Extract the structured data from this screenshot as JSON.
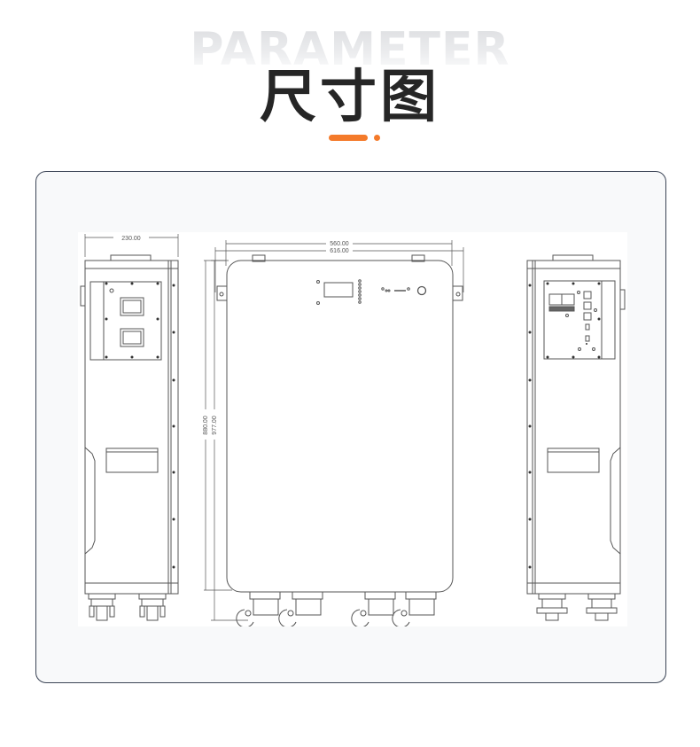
{
  "header": {
    "background_word": "PARAMETER",
    "title": "尺寸图",
    "accent_color": "#f47a2a"
  },
  "drawing": {
    "left_side_view": {
      "width_dimension": "230.00"
    },
    "front_view": {
      "inner_width_dimension": "560.00",
      "outer_width_dimension": "616.00",
      "body_height_dimension": "880.00",
      "total_height_dimension": "977.00"
    },
    "right_side_view": {}
  },
  "colors": {
    "card_border": "#3c4556",
    "card_background": "#f8f9fa",
    "line": "#555555",
    "title_text": "#262626"
  }
}
